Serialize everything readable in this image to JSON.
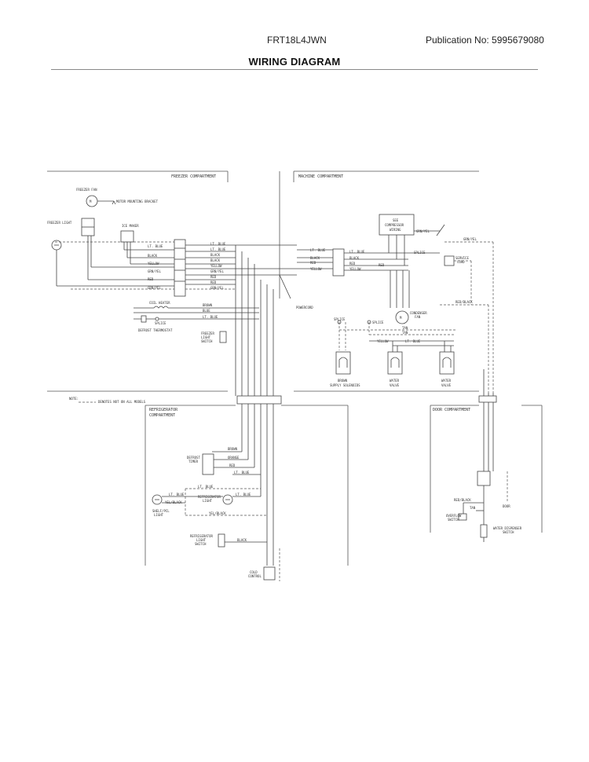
{
  "header": {
    "model": "FRT18L4JWN",
    "publication": "Publication No:  5995679080",
    "title": "WIRING DIAGRAM"
  },
  "compartments": {
    "freezer": "FREEZER COMPARTMENT",
    "machine": "MACHINE COMPARTMENT",
    "refrigerator_line1": "REFRIGERATOR",
    "refrigerator_line2": "COMPARTMENT",
    "door": "DOOR COMPARTMENT"
  },
  "note": "NOTE:",
  "note_legend": "DENOTES NOT ON ALL MODELS",
  "components": {
    "freezer_fan": "FREEZER FAN",
    "motor_bracket": "MOTOR MOUNTING BRACKET",
    "freezer_light": "FREEZER LIGHT",
    "ice_maker": "ICE MAKER",
    "coil_heater": "COIL HEATER",
    "splice": "SPLICE",
    "defrost_thermostat": "DEFROST THERMOSTAT",
    "freezer_light_switch_1": "FREEZER",
    "freezer_light_switch_2": "LIGHT",
    "freezer_light_switch_3": "SWITCH",
    "powercord": "POWERCORD",
    "compressor_wiring_1": "SEE",
    "compressor_wiring_2": "COMPRESSOR",
    "compressor_wiring_3": "WIRING",
    "service_cord_1": "SERVICE",
    "service_cord_2": "CORD",
    "condenser_fan_1": "CONDENSER",
    "condenser_fan_2": "FAN",
    "brown_solenoid_1": "BROWN",
    "brown_solenoid_2": "SUPPLY SOLENOIDS",
    "water_valve_1_1": "WATER",
    "water_valve_1_2": "VALVE",
    "water_valve_2_1": "WATER",
    "water_valve_2_2": "VALVE",
    "defrost_timer_1": "DEFROST",
    "defrost_timer_2": "TIMER",
    "shelf_light_1": "SHELF/PCL",
    "shelf_light_2": "LIGHT",
    "refrig_light_1": "REFRIGERATOR",
    "refrig_light_2": "LIGHT",
    "refrig_switch_1": "REFRIGERATOR",
    "refrig_switch_2": "LIGHT",
    "refrig_switch_3": "SWITCH",
    "cold_control_1": "COLD",
    "cold_control_2": "CONTROL",
    "overflow_switch_1": "OVERFLOW",
    "overflow_switch_2": "SWITCH",
    "water_dispenser_1": "WATER DISPENSER",
    "water_dispenser_2": "SWITCH",
    "door": "DOOR"
  },
  "wire_labels": {
    "lt_blue": "LT. BLUE",
    "black": "BLACK",
    "yellow": "YELLOW",
    "grn_yel": "GRN/YEL",
    "red": "RED",
    "brown": "BROWN",
    "blue": "BLUE",
    "orange": "ORANGE",
    "tan": "TAN",
    "red_black": "RED/BLACK",
    "yel_black": "YEL/BLACK",
    "splice": "SPLICE"
  }
}
